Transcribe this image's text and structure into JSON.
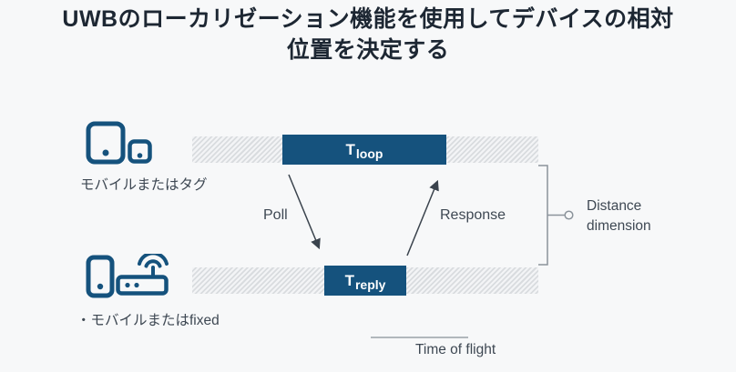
{
  "title": {
    "line1": "UWBのローカリゼーション機能を使用してデバイスの相対",
    "line2": "位置を決定する"
  },
  "devices": {
    "top": {
      "label": "モバイルまたはタグ",
      "icons": [
        "mobile-icon",
        "tag-icon"
      ]
    },
    "bottom": {
      "label": "・モバイルまたはfixed",
      "icons": [
        "mobile-icon",
        "wireless-router-icon"
      ]
    }
  },
  "timeline": {
    "t_loop": {
      "symbol": "T",
      "subscript": "loop"
    },
    "t_reply": {
      "symbol": "T",
      "subscript": "reply"
    },
    "poll_label": "Poll",
    "response_label": "Response"
  },
  "annotations": {
    "distance_line1": "Distance",
    "distance_line2": "dimension",
    "time_of_flight": "Time of flight"
  },
  "colors": {
    "navy": "#15527d",
    "title_text": "#1d2733",
    "body_text": "#3e4853",
    "arrow": "#3a434d",
    "bracket_gray": "#8b939b",
    "hatch_stripe": "#d9dcdf",
    "hatch_bg": "#f3f4f6",
    "background": "#f7f8f9"
  }
}
